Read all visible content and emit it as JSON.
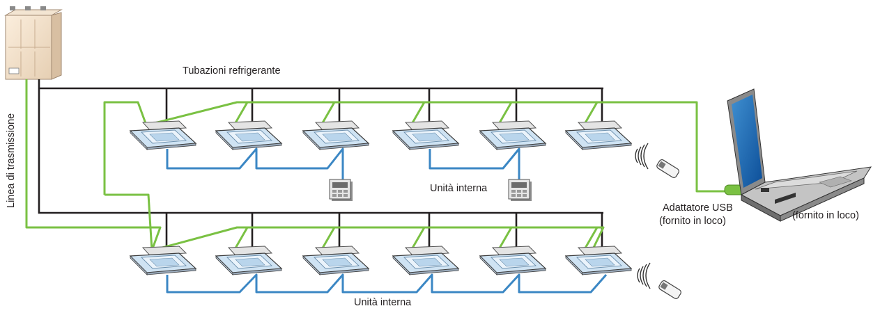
{
  "labels": {
    "refrigerant_piping": "Tubazioni refrigerante",
    "transmission_line": "Linea di trasmissione",
    "indoor_unit_upper": "Unità interna",
    "indoor_unit_lower": "Unità interna",
    "usb_adapter": "Adattatore USB",
    "usb_adapter_supplied": "(fornito in loco)",
    "pc_supplied": "(fornito in loco)"
  },
  "indoor_units": {
    "upper_row_count": 6,
    "lower_row_count": 6
  },
  "colors": {
    "refrigerant_pipe": "#231f20",
    "transmission_line": "#7ac143",
    "remote_wiring": "#3b87c4",
    "usb_adapter": "#7ac143",
    "cassette_panel": "#cfe3f3"
  }
}
